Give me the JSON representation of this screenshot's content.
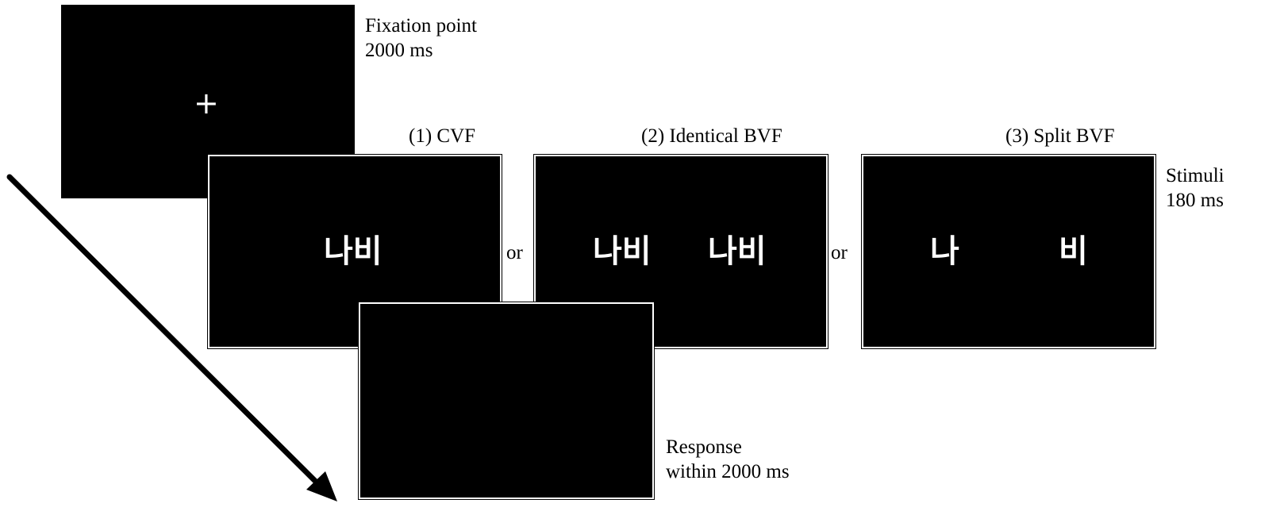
{
  "fixation": {
    "symbol": "+",
    "label_line1": "Fixation point",
    "label_line2": "2000 ms"
  },
  "conditions": [
    {
      "title": "(1) CVF",
      "left_text": "나비",
      "right_text": ""
    },
    {
      "title": "(2) Identical BVF",
      "left_text": "나비",
      "right_text": "나비"
    },
    {
      "title": "(3) Split BVF",
      "left_text": "나",
      "right_text": "비"
    }
  ],
  "separators": [
    "or",
    "or"
  ],
  "stimuli": {
    "label_line1": "Stimuli",
    "label_line2": "180 ms"
  },
  "response": {
    "label_line1": "Response",
    "label_line2": "within 2000 ms"
  }
}
